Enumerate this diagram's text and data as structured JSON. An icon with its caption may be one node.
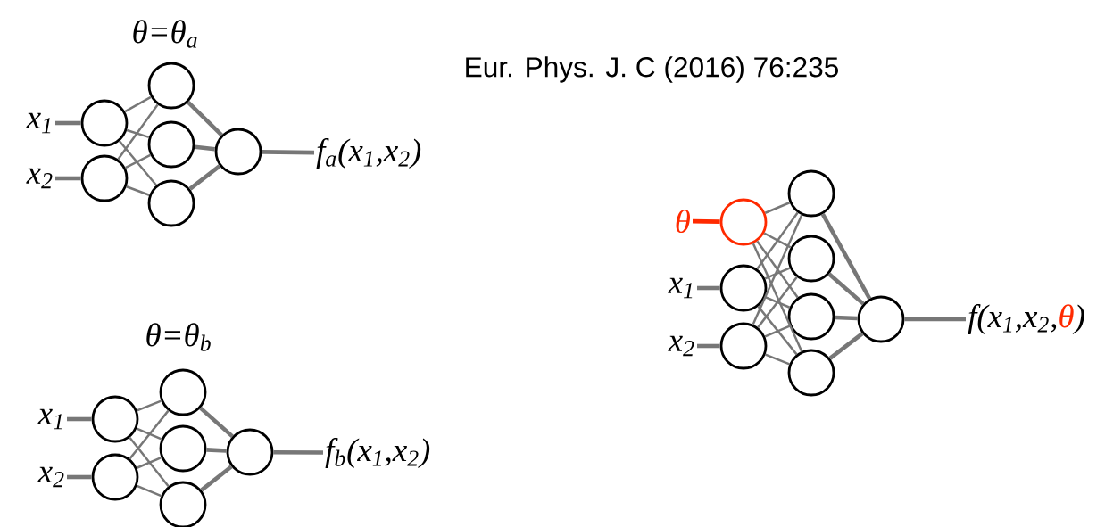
{
  "diagram": {
    "nodes": [
      {
        "text": [
          "x$_{1}$"
        ]
      },
      {
        "text": [
          "x$_{2}$"
        ]
      },
      {
        "text": [],
        "shape": "circle"
      },
      {
        "text": [],
        "shape": "circle"
      },
      {
        "text": [],
        "shape": "circle"
      },
      {
        "text": [],
        "shape": "circle"
      },
      {
        "text": [],
        "shape": "circle"
      },
      {
        "text": [],
        "shape": "circle"
      },
      {
        "text": [
          "f$_{a}$(x$_{1}$,x$_{2}$)"
        ]
      },
      {
        "text": [
          "x$_{1}$"
        ]
      },
      {
        "text": [
          "x$_{2}$"
        ]
      },
      {
        "text": [],
        "shape": "circle"
      },
      {
        "text": [],
        "shape": "circle"
      },
      {
        "text": [],
        "shape": "circle"
      },
      {
        "text": [],
        "shape": "circle"
      },
      {
        "text": [],
        "shape": "circle"
      },
      {
        "text": [],
        "shape": "circle"
      },
      {
        "text": [
          "f$_{b}$(x$_{1}$,x$_{2}$)"
        ]
      },
      {
        "text": [
          "θ"
        ]
      },
      {
        "text": [
          "x$_{1}$"
        ]
      },
      {
        "text": [
          "x$_{2}$"
        ]
      },
      {
        "text": [],
        "shape": "circle"
      },
      {
        "text": [],
        "shape": "circle"
      },
      {
        "text": [],
        "shape": "circle"
      },
      {
        "text": [],
        "shape": "circle"
      },
      {
        "text": [],
        "shape": "circle"
      },
      {
        "text": [],
        "shape": "circle"
      },
      {
        "text": [],
        "shape": "circle"
      },
      {
        "text": [],
        "shape": "circle"
      },
      {
        "text": [
          "f(x$_{1}$,x$_{2}$,",
          "θ",
          ")"
        ]
      }
    ],
    "edges": [
      {
        "from": 0,
        "to": 2,
        "arrow": "none",
        "style": "thick"
      },
      {
        "from": 1,
        "to": 3,
        "arrow": "none",
        "style": "thick"
      },
      {
        "from": 2,
        "to": 4,
        "arrow": "none"
      },
      {
        "from": 2,
        "to": 5,
        "arrow": "none"
      },
      {
        "from": 2,
        "to": 6,
        "arrow": "none"
      },
      {
        "from": 3,
        "to": 4,
        "arrow": "none"
      },
      {
        "from": 3,
        "to": 5,
        "arrow": "none"
      },
      {
        "from": 3,
        "to": 6,
        "arrow": "none"
      },
      {
        "from": 4,
        "to": 7,
        "arrow": "none",
        "style": "thick"
      },
      {
        "from": 5,
        "to": 7,
        "arrow": "none",
        "style": "thick"
      },
      {
        "from": 6,
        "to": 7,
        "arrow": "none",
        "style": "thick"
      },
      {
        "from": 7,
        "to": 8,
        "arrow": "none",
        "style": "thick"
      },
      {
        "from": 9,
        "to": 11,
        "arrow": "none",
        "style": "thick"
      },
      {
        "from": 10,
        "to": 12,
        "arrow": "none",
        "style": "thick"
      },
      {
        "from": 11,
        "to": 13,
        "arrow": "none"
      },
      {
        "from": 11,
        "to": 14,
        "arrow": "none"
      },
      {
        "from": 11,
        "to": 15,
        "arrow": "none"
      },
      {
        "from": 12,
        "to": 13,
        "arrow": "none"
      },
      {
        "from": 12,
        "to": 14,
        "arrow": "none"
      },
      {
        "from": 12,
        "to": 15,
        "arrow": "none"
      },
      {
        "from": 13,
        "to": 16,
        "arrow": "none",
        "style": "thick"
      },
      {
        "from": 14,
        "to": 16,
        "arrow": "none",
        "style": "thick"
      },
      {
        "from": 15,
        "to": 16,
        "arrow": "none",
        "style": "thick"
      },
      {
        "from": 16,
        "to": 17,
        "arrow": "none",
        "style": "thick"
      },
      {
        "from": 18,
        "to": 21,
        "arrow": "none",
        "style": "thick",
        "color": "#ff2a00"
      },
      {
        "from": 19,
        "to": 22,
        "arrow": "none",
        "style": "thick"
      },
      {
        "from": 20,
        "to": 23,
        "arrow": "none",
        "style": "thick"
      },
      {
        "from": 21,
        "to": 24,
        "arrow": "none"
      },
      {
        "from": 21,
        "to": 25,
        "arrow": "none"
      },
      {
        "from": 21,
        "to": 26,
        "arrow": "none"
      },
      {
        "from": 21,
        "to": 27,
        "arrow": "none"
      },
      {
        "from": 22,
        "to": 24,
        "arrow": "none"
      },
      {
        "from": 22,
        "to": 25,
        "arrow": "none"
      },
      {
        "from": 22,
        "to": 26,
        "arrow": "none"
      },
      {
        "from": 22,
        "to": 27,
        "arrow": "none"
      },
      {
        "from": 23,
        "to": 24,
        "arrow": "none"
      },
      {
        "from": 23,
        "to": 25,
        "arrow": "none"
      },
      {
        "from": 23,
        "to": 26,
        "arrow": "none"
      },
      {
        "from": 23,
        "to": 27,
        "arrow": "none"
      },
      {
        "from": 24,
        "to": 28,
        "arrow": "none",
        "style": "thick"
      },
      {
        "from": 25,
        "to": 28,
        "arrow": "none",
        "style": "thick"
      },
      {
        "from": 26,
        "to": 28,
        "arrow": "none",
        "style": "thick"
      },
      {
        "from": 27,
        "to": 28,
        "arrow": "none",
        "style": "thick"
      },
      {
        "from": 28,
        "to": 29,
        "arrow": "none",
        "style": "thick"
      }
    ],
    "labels": [
      "θ=θ$_{a}$",
      "Eur. Phys. J. C (2016) 76:235",
      "θ=θ$_{b}$"
    ]
  }
}
